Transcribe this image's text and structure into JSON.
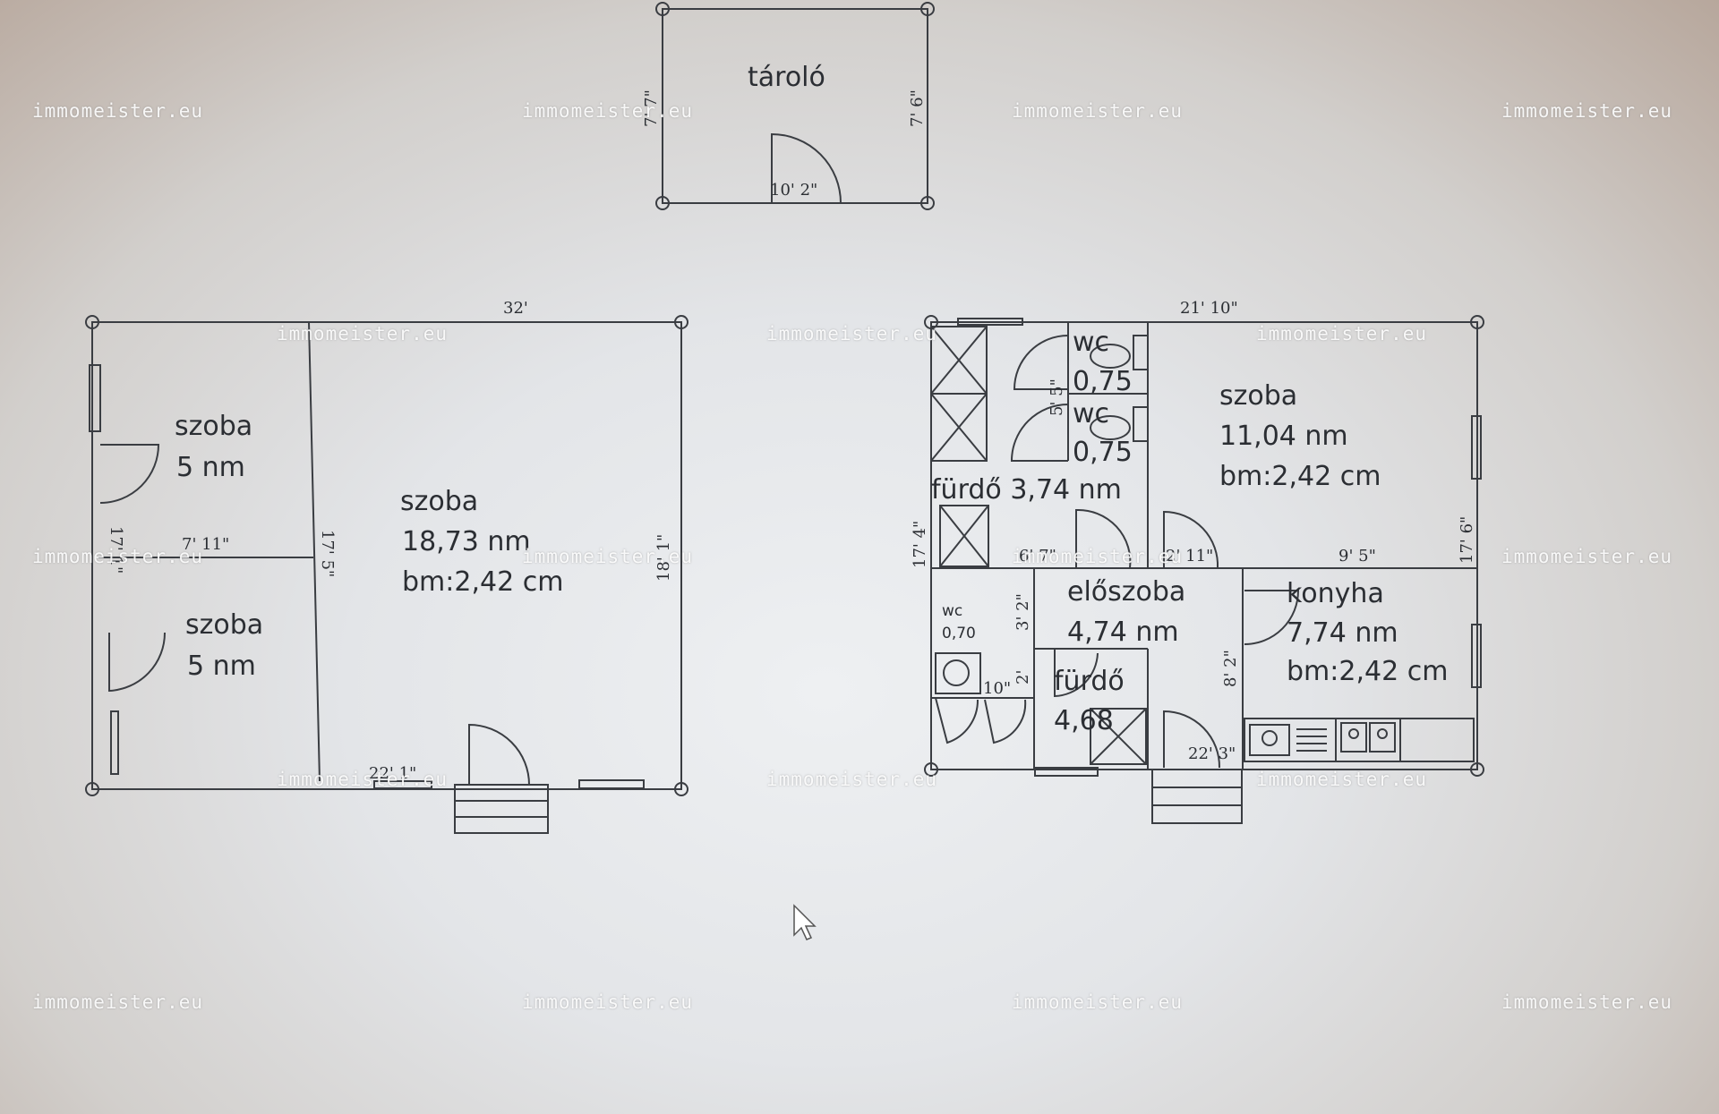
{
  "rooms": {
    "tarolo": {
      "name": "tároló"
    },
    "szoba_a": {
      "name": "szoba",
      "area": "5 nm"
    },
    "szoba_b": {
      "name": "szoba",
      "area": "5 nm"
    },
    "szoba_main": {
      "name": "szoba",
      "area": "18,73 nm",
      "height": "bm:2,42 cm"
    },
    "wc1": {
      "name": "wc",
      "area": "0,75"
    },
    "wc2": {
      "name": "wc",
      "area": "0,75"
    },
    "furdo1": {
      "name": "fürdő 3,74 nm"
    },
    "szoba_right": {
      "name": "szoba",
      "area": "11,04 nm",
      "height": "bm:2,42 cm"
    },
    "eloszoba": {
      "name": "előszoba",
      "area": "4,74 nm"
    },
    "wc3": {
      "name": "wc",
      "area": "0,70"
    },
    "furdo2": {
      "name": "fürdő",
      "area": "4,68"
    },
    "konyha": {
      "name": "konyha",
      "area": "7,74 nm",
      "height": "bm:2,42 cm"
    }
  },
  "dimensions": {
    "tarolo_left": "7' 7\"",
    "tarolo_right": "7' 6\"",
    "tarolo_bottom": "10' 2\"",
    "top_left": "32'",
    "top_right": "21' 10\"",
    "left_side": "17' 1\"",
    "room_divider_h": "7' 11\"",
    "room_divider_v": "17' 5\"",
    "main_room_right": "18' 1\"",
    "bottom_left": "22' 1\"",
    "right_block_left": "17' 4\"",
    "wc_height": "5' 5\"",
    "hall_top_a": "6' 7\"",
    "hall_top_b": "2' 11\"",
    "kitchen_top": "9' 5\"",
    "right_side": "17' 6\"",
    "wc3_height": "3' 2\"",
    "hall_small": "2'",
    "wc3_width": "10\"",
    "kitchen_side": "8' 2\"",
    "bottom_right": "22' 3\""
  },
  "watermark": "immomeister.eu"
}
